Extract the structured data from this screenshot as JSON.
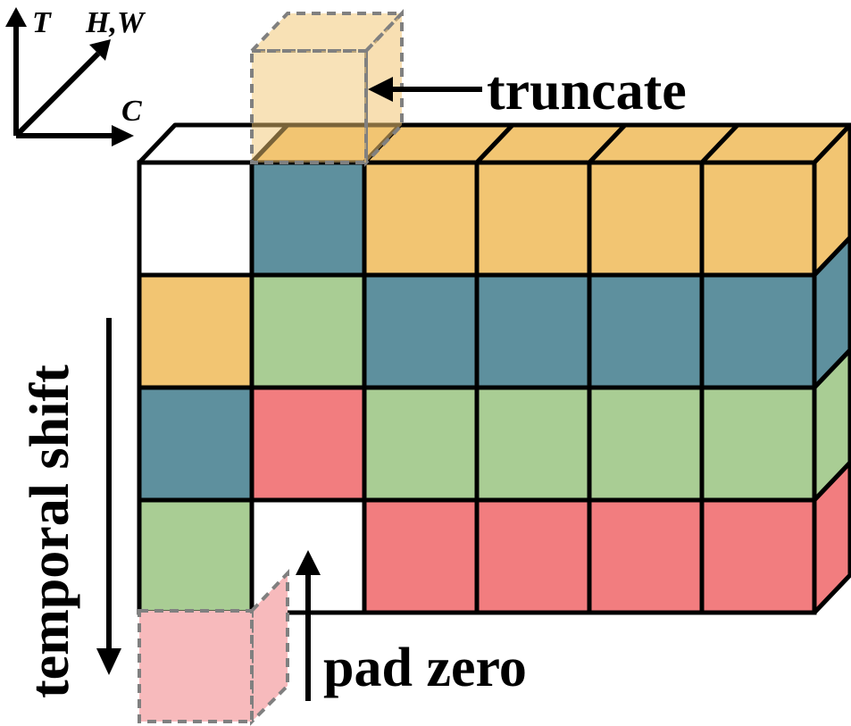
{
  "axes": {
    "t_label": "T",
    "hw_label": "H,W",
    "c_label": "C"
  },
  "labels": {
    "truncate": "truncate",
    "pad_zero": "pad zero",
    "temporal_shift": "temporal shift"
  },
  "colors": {
    "orange": "#F2C572",
    "teal": "#5E909E",
    "green": "#A9CD94",
    "red": "#F27D7F",
    "empty": "#FFFFFF",
    "ghost_orange": "#F7DCA8",
    "ghost_red": "#F7BABC",
    "ghost_dash": "#808080",
    "outline": "#000000"
  },
  "grid": {
    "rows": [
      [
        "empty",
        "teal",
        "orange",
        "orange",
        "orange",
        "orange"
      ],
      [
        "orange",
        "green",
        "teal",
        "teal",
        "teal",
        "teal"
      ],
      [
        "teal",
        "red",
        "green",
        "green",
        "green",
        "green"
      ],
      [
        "green",
        "empty",
        "red",
        "red",
        "red",
        "red"
      ]
    ],
    "top_faces": [
      "empty",
      "orange",
      "orange",
      "orange",
      "orange",
      "orange"
    ],
    "side_faces": [
      "orange",
      "teal",
      "green",
      "red"
    ]
  }
}
